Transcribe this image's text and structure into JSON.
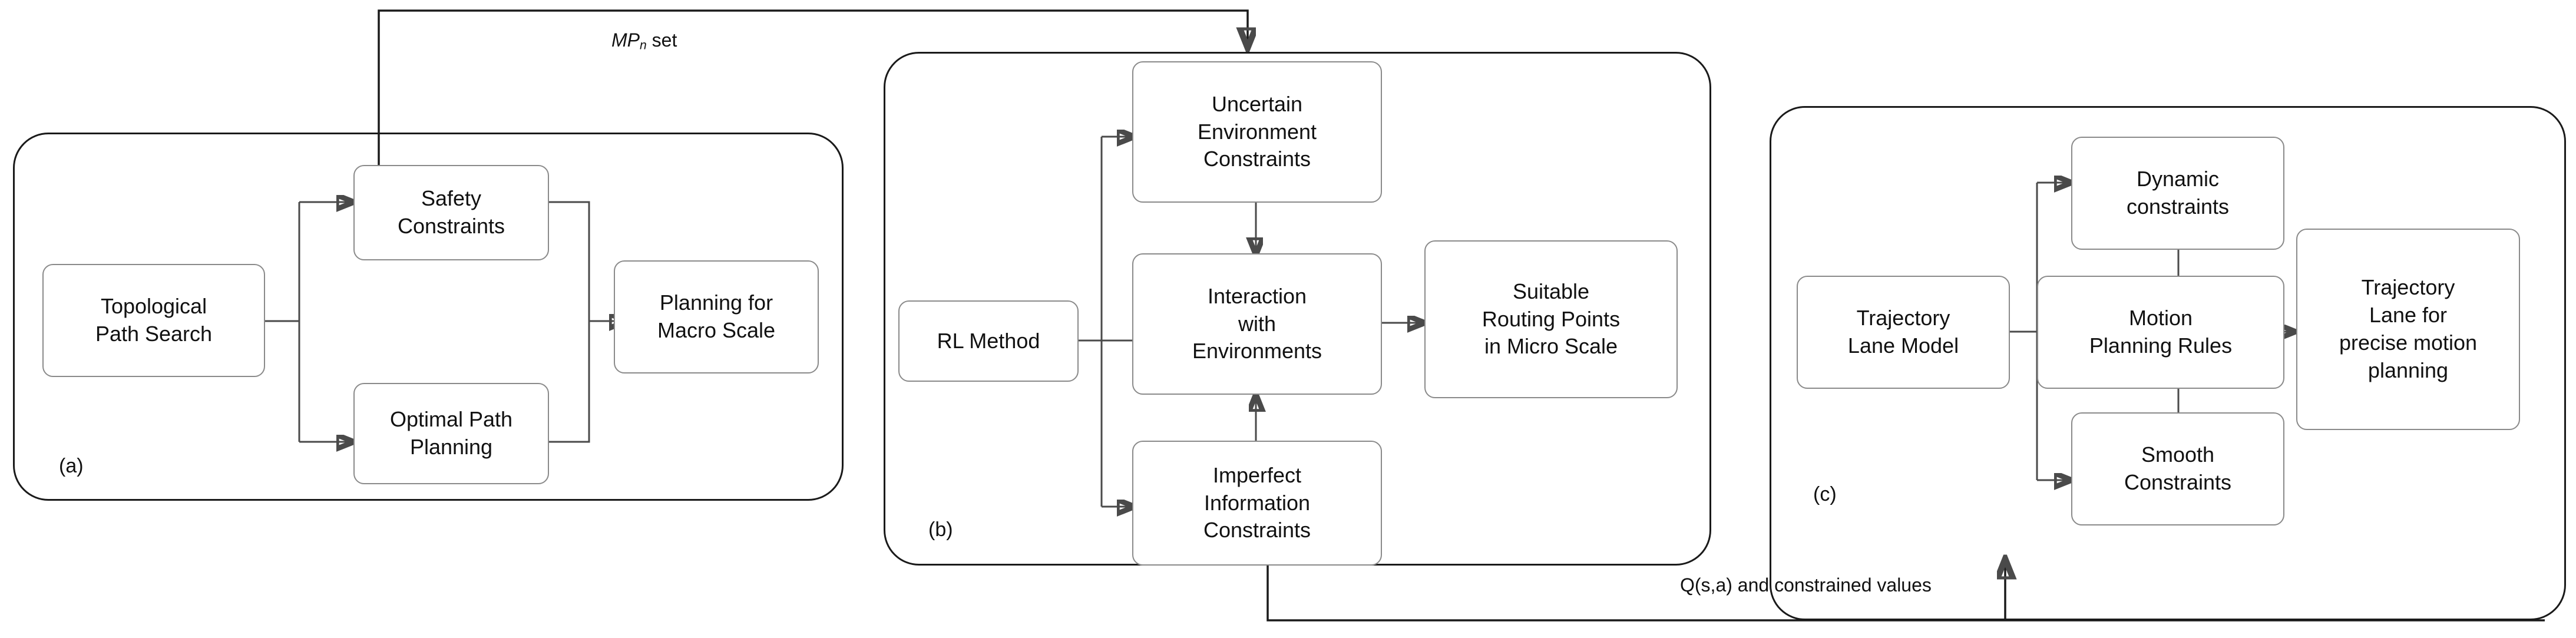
{
  "diagram": {
    "title": "Hierarchical path and motion planning framework",
    "line_color": "#4a4a4a",
    "panel_color": "#1a1a1a",
    "node_border_color": "#8a8a8a",
    "background": "#ffffff"
  },
  "panels": [
    {
      "id": "a",
      "label": "(a)"
    },
    {
      "id": "b",
      "label": "(b)"
    },
    {
      "id": "c",
      "label": "(c)"
    }
  ],
  "nodes": {
    "topological_path_search": "Topological\nPath Search",
    "safety_constraints": "Safety\nConstraints",
    "optimal_path_planning": "Optimal Path\nPlanning",
    "planning_for_macro_scale": "Planning for\nMacro Scale",
    "rl_method": "RL Method",
    "uncertain_environment_constraints": "Uncertain\nEnvironment\nConstraints",
    "interaction_with_environments": "Interaction\nwith\nEnvironments",
    "imperfect_information_constraints": "Imperfect\nInformation\nConstraints",
    "suitable_routing_points": "Suitable\nRouting Points\nin Micro Scale",
    "trajectory_lane_model": "Trajectory\nLane Model",
    "dynamic_constraints": "Dynamic\nconstraints",
    "motion_planning_rules": "Motion\nPlanning Rules",
    "smooth_constraints": "Smooth\nConstraints",
    "trajectory_lane_precise": "Trajectory\nLane for\nprecise motion\nplanning"
  },
  "edge_labels": {
    "mp_set_prefix": "MP",
    "mp_set_sub": "n",
    "mp_set_suffix": " set",
    "q_values": "Q(s,a) and constrained values"
  }
}
